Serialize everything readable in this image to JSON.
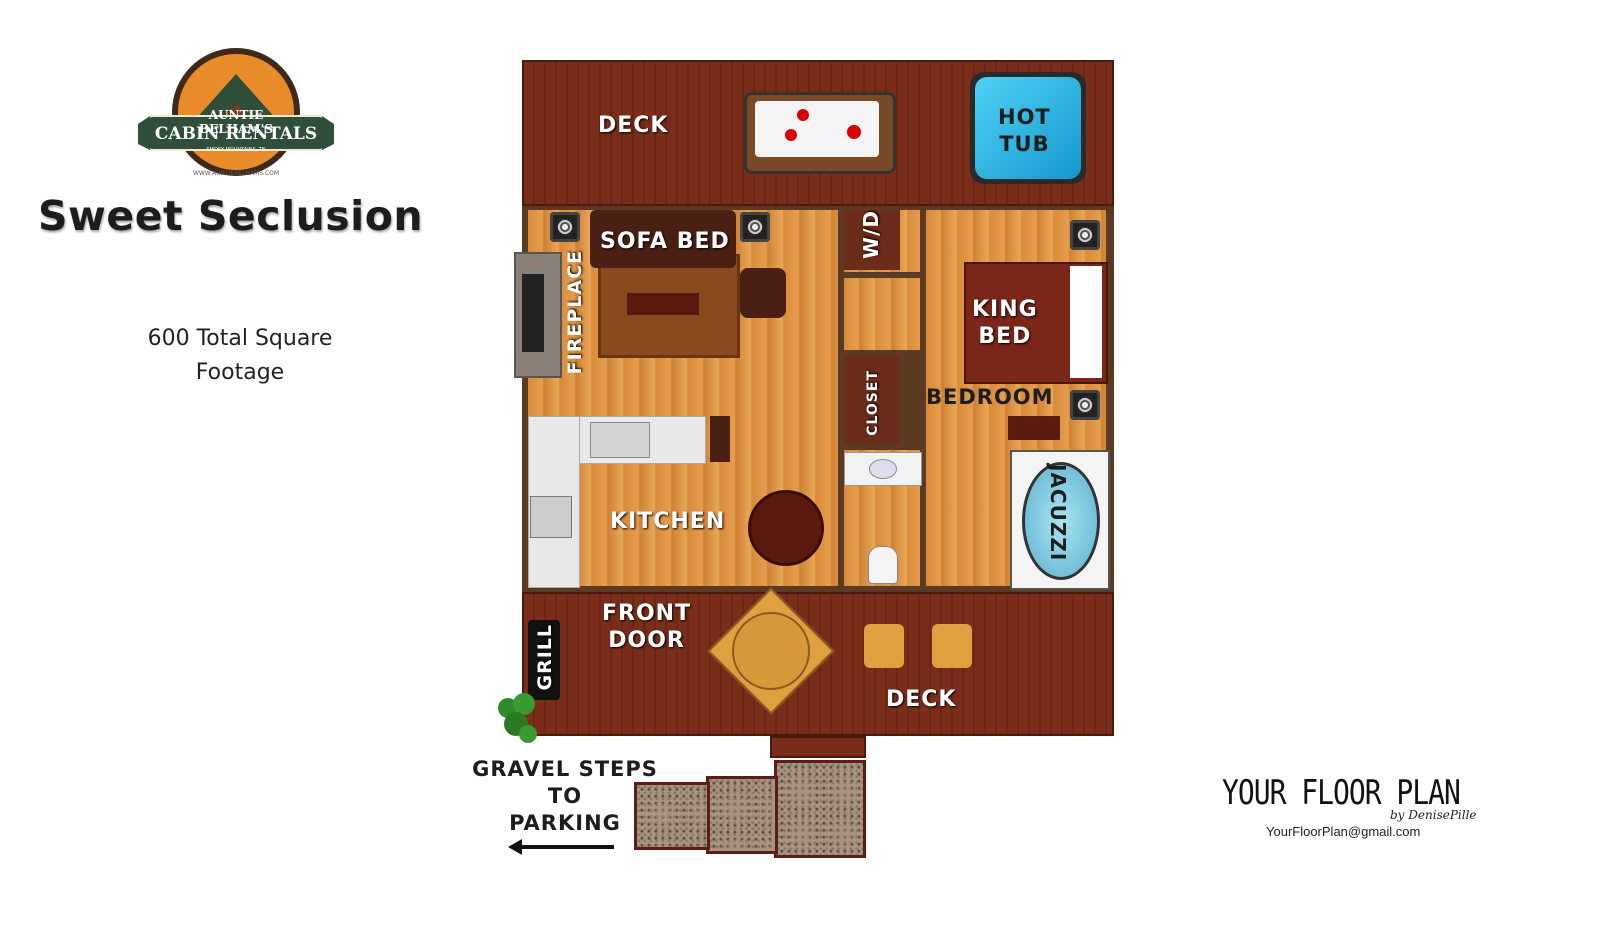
{
  "brand": {
    "logo_line1": "AUNTIE BELHAM'S",
    "logo_line2": "CABIN RENTALS",
    "logo_sub": "SMOKY MOUNTAINS, TN",
    "logo_url": "WWW.AUNTIEBELHAMS.COM"
  },
  "property": {
    "name": "Sweet Seclusion",
    "sqft_line1": "600 Total Square",
    "sqft_line2": "Footage"
  },
  "plan_labels": {
    "deck_top": "DECK",
    "hot_tub_1": "HOT",
    "hot_tub_2": "TUB",
    "sofa_bed": "SOFA BED",
    "fireplace": "FIREPLACE",
    "wd": "W/D",
    "closet": "CLOSET",
    "king_1": "KING",
    "king_2": "BED",
    "bedroom": "BEDROOM",
    "jacuzzi": "JACUZZI",
    "kitchen": "KITCHEN",
    "front_door_1": "FRONT",
    "front_door_2": "DOOR",
    "grill": "GRILL",
    "deck_bottom": "DECK",
    "steps_1": "GRAVEL STEPS",
    "steps_2": "TO",
    "steps_3": "PARKING"
  },
  "credit": {
    "brand": "YOUR FLOOR PLAN",
    "by": "by DenisePille",
    "email": "YourFloorPlan@gmail.com"
  },
  "colors": {
    "deck": "#7a2e1a",
    "hot_tub": "#1aa6d6",
    "accent": "#5b2a1c"
  }
}
